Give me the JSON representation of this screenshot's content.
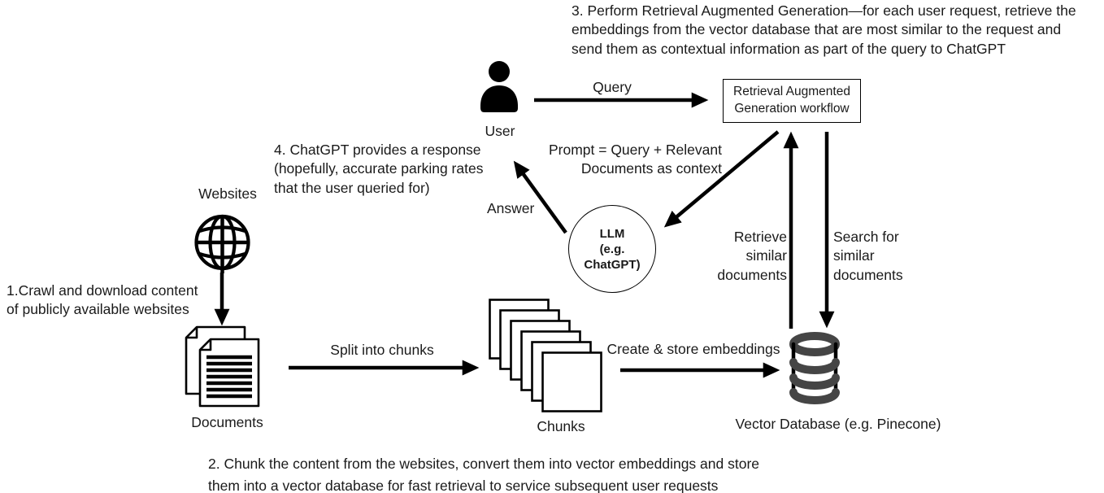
{
  "diagram_title": "Retrieval Augmented Generation workflow diagram",
  "colors": {
    "ink": "#000000",
    "text": "#1a1a1a",
    "database_icon": "#454545",
    "background": "#ffffff"
  },
  "annotations": {
    "step1": {
      "lines": [
        "1.Crawl and download content",
        "of publicly available websites"
      ]
    },
    "step2": {
      "lines": [
        "2. Chunk the content from the websites, convert them into vector embeddings and store",
        "them into a vector database for fast retrieval to service subsequent user requests"
      ]
    },
    "step3": {
      "lines": [
        "3. Perform Retrieval Augmented Generation—for each user request, retrieve the",
        "embeddings from the vector database that are most similar to the request and",
        "send them as contextual information as part of the query to ChatGPT"
      ]
    },
    "step4": {
      "lines": [
        "4. ChatGPT provides a response",
        "(hopefully, accurate parking rates",
        "that the user queried for)"
      ]
    }
  },
  "nodes": {
    "user": {
      "label": "User",
      "icon": "person-icon"
    },
    "rag_box": {
      "lines": [
        "Retrieval Augmented",
        "Generation workflow"
      ]
    },
    "llm": {
      "lines": [
        "LLM",
        "(e.g.",
        "ChatGPT)"
      ]
    },
    "websites": {
      "label": "Websites",
      "icon": "globe-icon"
    },
    "documents": {
      "label": "Documents",
      "icon": "documents-icon"
    },
    "chunks": {
      "label": "Chunks",
      "icon": "chunks-icon"
    },
    "vector_db": {
      "label": "Vector Database (e.g. Pinecone)",
      "icon": "database-icon"
    }
  },
  "edges": {
    "query": {
      "label": "Query",
      "from": "user",
      "to": "rag_box"
    },
    "prompt": {
      "lines": [
        "Prompt = Query + Relevant",
        "Documents as context"
      ],
      "from": "rag_box",
      "to": "llm"
    },
    "answer": {
      "label": "Answer",
      "from": "llm",
      "to": "step4"
    },
    "retrieve": {
      "lines": [
        "Retrieve",
        "similar",
        "documents"
      ],
      "from": "vector_db",
      "to": "rag_box"
    },
    "search": {
      "lines": [
        "Search for",
        "similar",
        "documents"
      ],
      "from": "rag_box",
      "to": "vector_db"
    },
    "crawl": {
      "label": "",
      "from": "websites",
      "to": "documents"
    },
    "split": {
      "label": "Split into chunks",
      "from": "documents",
      "to": "chunks"
    },
    "embed": {
      "label": "Create & store embeddings",
      "from": "chunks",
      "to": "vector_db"
    }
  }
}
